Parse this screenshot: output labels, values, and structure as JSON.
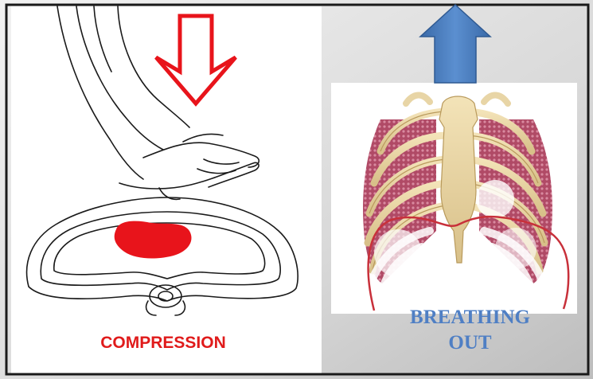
{
  "labels": {
    "compression": "COMPRESSION",
    "breathing_out_line1": "BREATHING",
    "breathing_out_line2": "OUT"
  },
  "colors": {
    "compression_arrow": "#e8141b",
    "heart": "#e8141b",
    "compression_text": "#e01b1b",
    "breathing_arrow": "#4f81bd",
    "breathing_text": "#4f7fc4",
    "diaphragm_line": "#c8303a",
    "rib_bone": "#e8d5a6",
    "lung_tissue": "#b8546e",
    "background_gradient_light": "#f2f2f2",
    "background_gradient_dark": "#bdbdbd",
    "frame_border": "#1a1a1a"
  },
  "icons": {
    "down_arrow": "hollow-down-arrow",
    "up_arrow": "block-up-arrow"
  }
}
